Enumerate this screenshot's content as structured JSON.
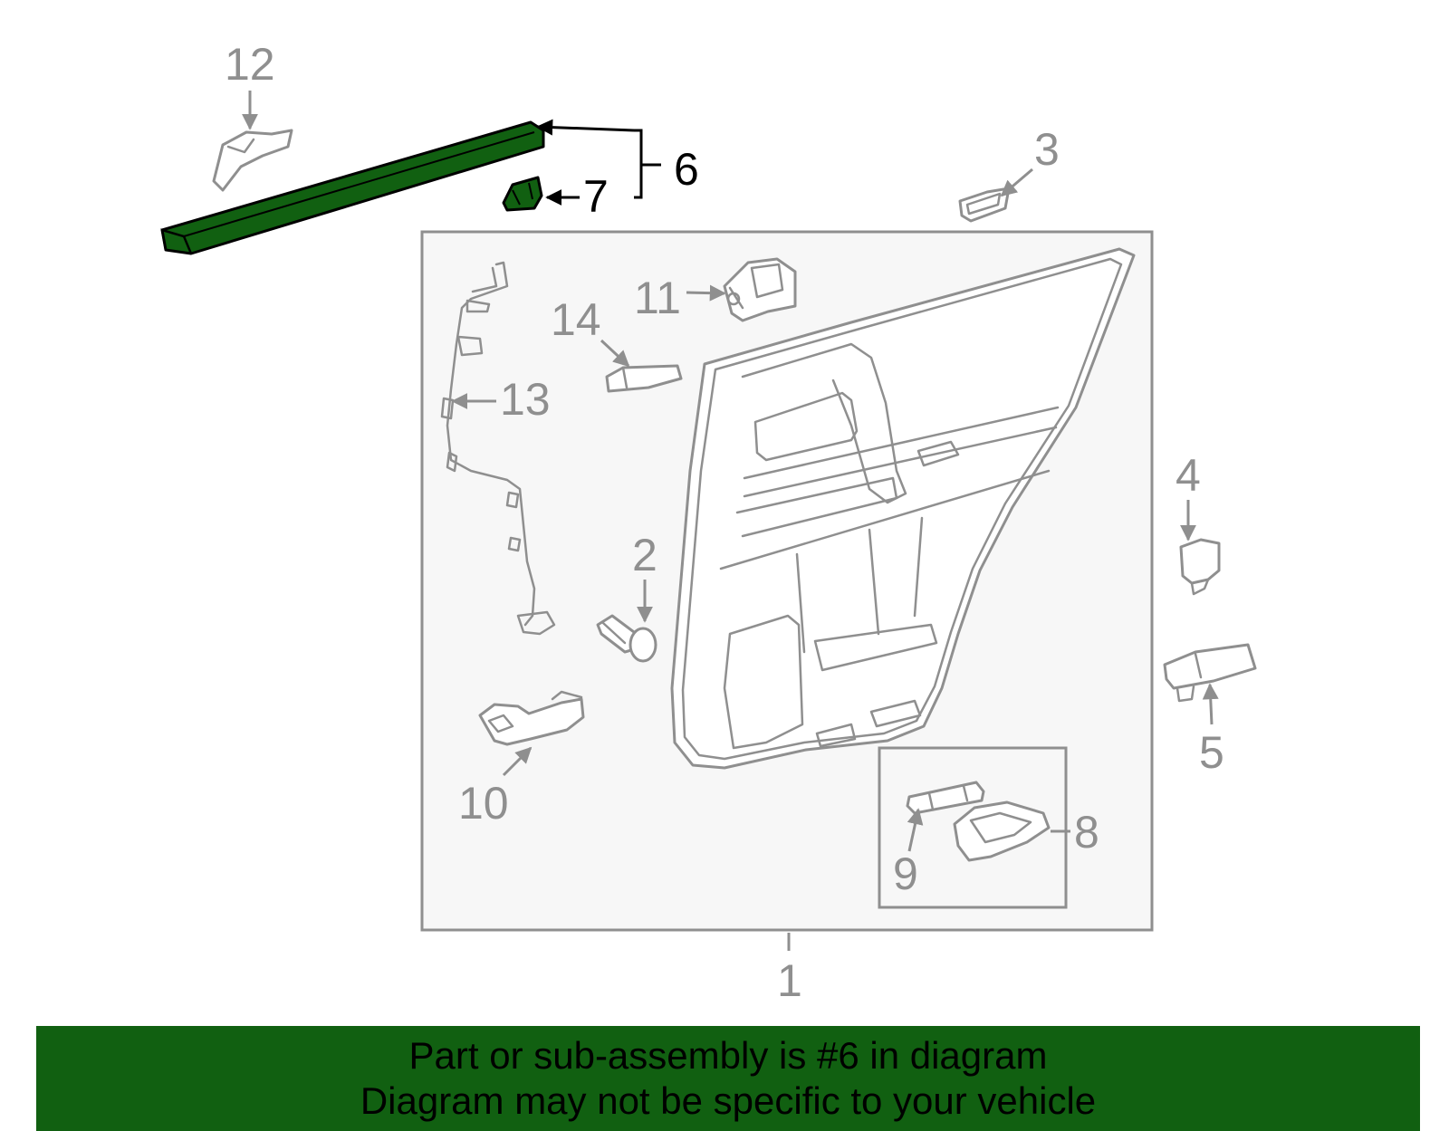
{
  "colors": {
    "highlight": "#116011",
    "banner": "#116011",
    "part_stroke": "#8f8f8f",
    "panel_fill": "#f7f7f7",
    "text_primary": "#000000"
  },
  "callouts": {
    "c1": "1",
    "c2": "2",
    "c3": "3",
    "c4": "4",
    "c5": "5",
    "c6": "6",
    "c7": "7",
    "c8": "8",
    "c9": "9",
    "c10": "10",
    "c11": "11",
    "c12": "12",
    "c13": "13",
    "c14": "14"
  },
  "highlighted_part": "6",
  "banner": {
    "line1": "Part or sub-assembly is #6 in diagram",
    "line2": "Diagram may not be specific to your vehicle"
  }
}
